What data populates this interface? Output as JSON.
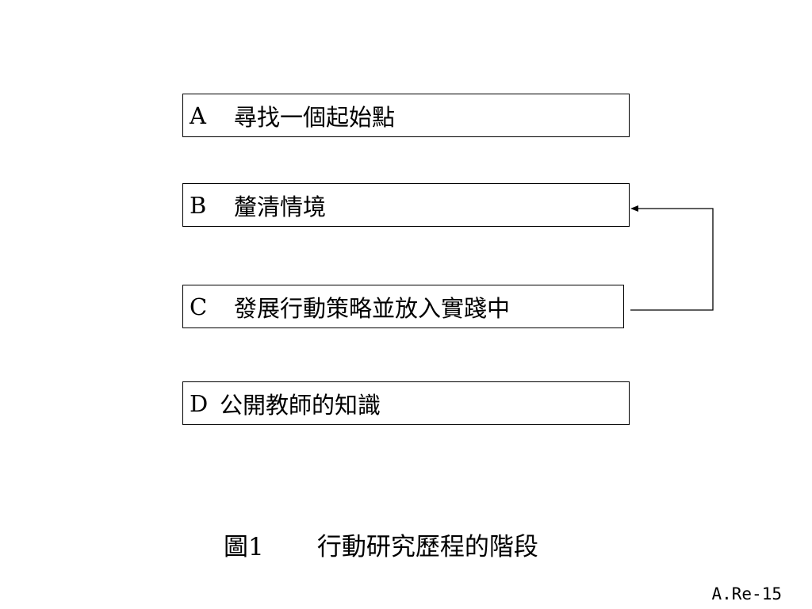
{
  "steps": [
    {
      "letter": "A",
      "text": "尋找一個起始點"
    },
    {
      "letter": "B",
      "text": "釐清情境"
    },
    {
      "letter": "C",
      "text": "發展行動策略並放入實踐中"
    },
    {
      "letter": "D",
      "text": "公開教師的知識"
    }
  ],
  "caption": {
    "figure": "圖1",
    "title": "行動研究歷程的階段"
  },
  "page_number": "A.Re-15",
  "colors": {
    "stroke": "#000000",
    "background": "#ffffff"
  }
}
